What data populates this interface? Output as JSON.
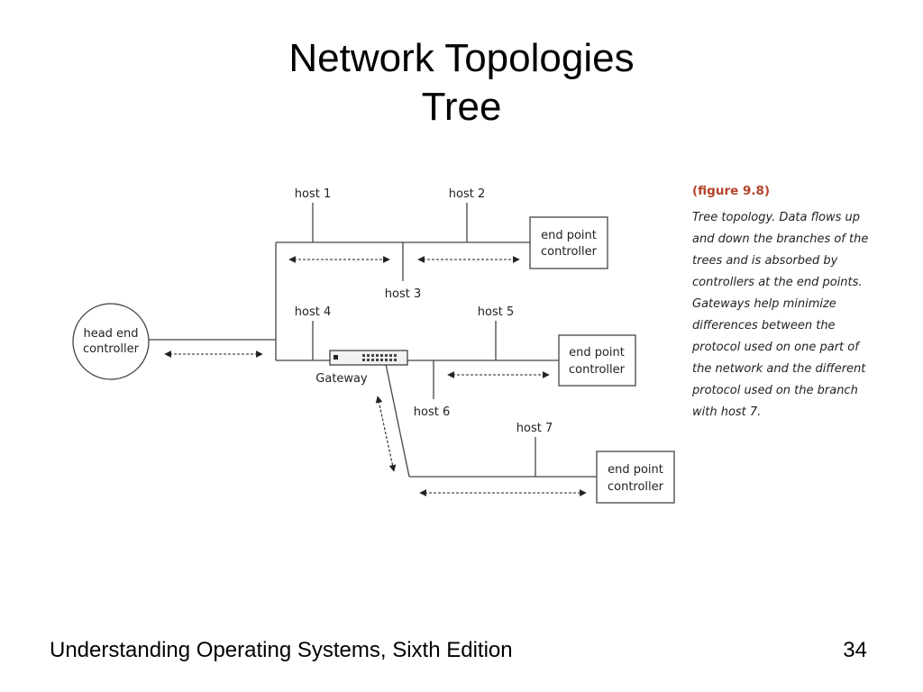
{
  "slide": {
    "title_line1": "Network Topologies",
    "title_line2": "Tree"
  },
  "diagram": {
    "nodes": {
      "head_end_controller": [
        "head end",
        "controller"
      ],
      "end_point_controller_1": [
        "end point",
        "controller"
      ],
      "end_point_controller_2": [
        "end point",
        "controller"
      ],
      "end_point_controller_3": [
        "end point",
        "controller"
      ],
      "host1": "host 1",
      "host2": "host 2",
      "host3": "host 3",
      "host4": "host 4",
      "host5": "host 5",
      "host6": "host 6",
      "host7": "host 7",
      "gateway": "Gateway"
    }
  },
  "caption": {
    "figure_label": "(figure 9.8)",
    "text": "Tree topology. Data flows up and down the branches of the trees and is absorbed by controllers at the end points. Gateways help minimize differences between the protocol used on one part of the network and the different protocol used on the branch with host 7."
  },
  "footer": {
    "book": "Understanding Operating Systems, Sixth Edition",
    "page_number": "34"
  }
}
